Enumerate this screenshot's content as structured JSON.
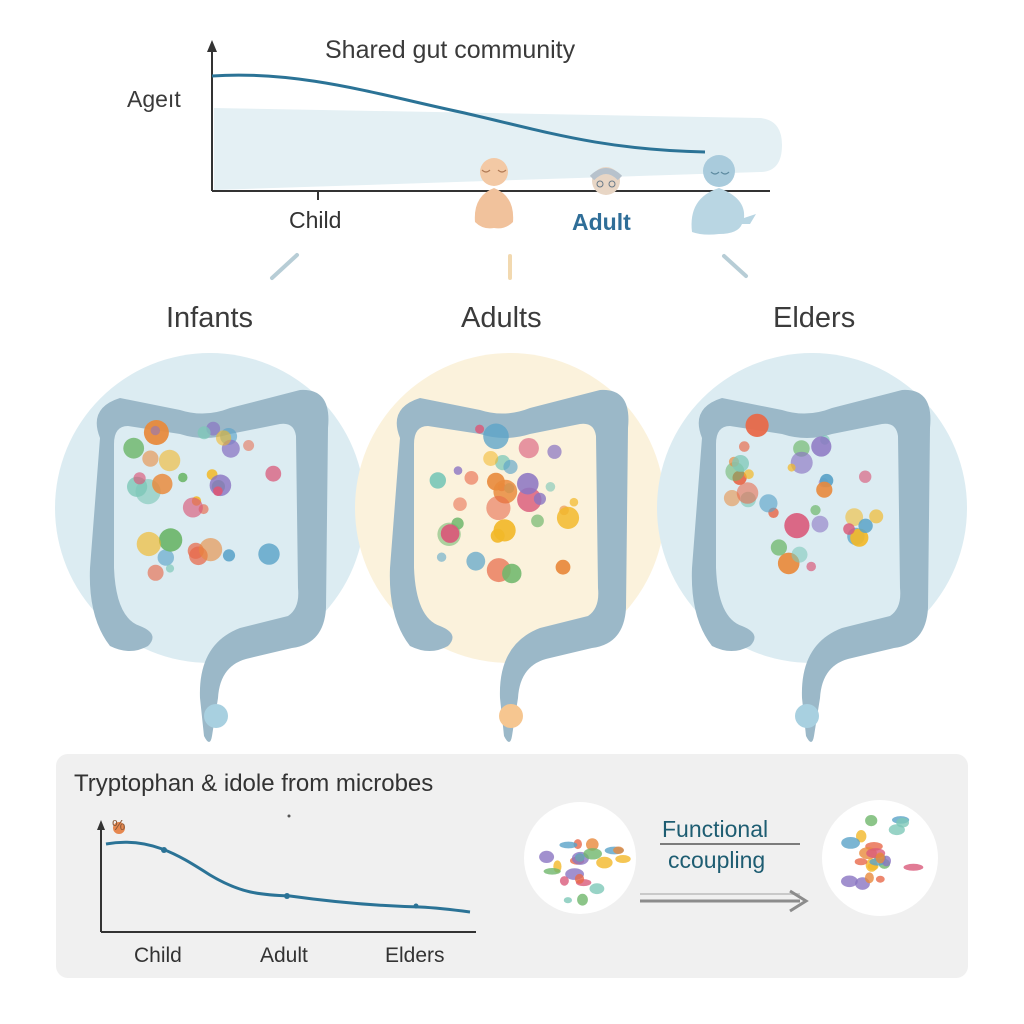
{
  "top_chart": {
    "title": "Shared gut community",
    "ylabel": "Ageıt",
    "x_labels": {
      "child": "Child",
      "adult": "Adult"
    }
  },
  "stages": [
    {
      "label": "Infants",
      "circle_color": "#dcecf2"
    },
    {
      "label": "Adults",
      "circle_color": "#fbf2dc"
    },
    {
      "label": "Elders",
      "circle_color": "#dcecf2"
    }
  ],
  "stage_dots": [
    "#a8d0e0",
    "#f6c690",
    "#a8d0e0"
  ],
  "bottom_panel": {
    "title": "Tryptophan & idole from microbes",
    "badge": "%",
    "x_labels": {
      "child": "Child",
      "adult": "Adult",
      "elders": "Elders"
    },
    "functional_label_line1": "Functional",
    "functional_label_line2": "ccoupling"
  },
  "chart_data": [
    {
      "type": "line",
      "title": "Shared gut community",
      "ylabel": "Ageıt",
      "x": [
        "Child",
        "Adult"
      ],
      "series": [
        {
          "values": [
            0.9,
            0.55,
            0.2
          ]
        }
      ],
      "grid": false
    },
    {
      "type": "line",
      "title": "Tryptophan & idole from microbes",
      "x": [
        "Child",
        "Adult",
        "Elders"
      ],
      "series": [
        {
          "values": [
            0.95,
            0.3,
            0.05
          ]
        }
      ],
      "grid": false
    }
  ],
  "colors": {
    "accent": "#2f6e98",
    "line": "#2b7396",
    "gut": "#9bb8c8",
    "panel": "#f0f0f0"
  }
}
